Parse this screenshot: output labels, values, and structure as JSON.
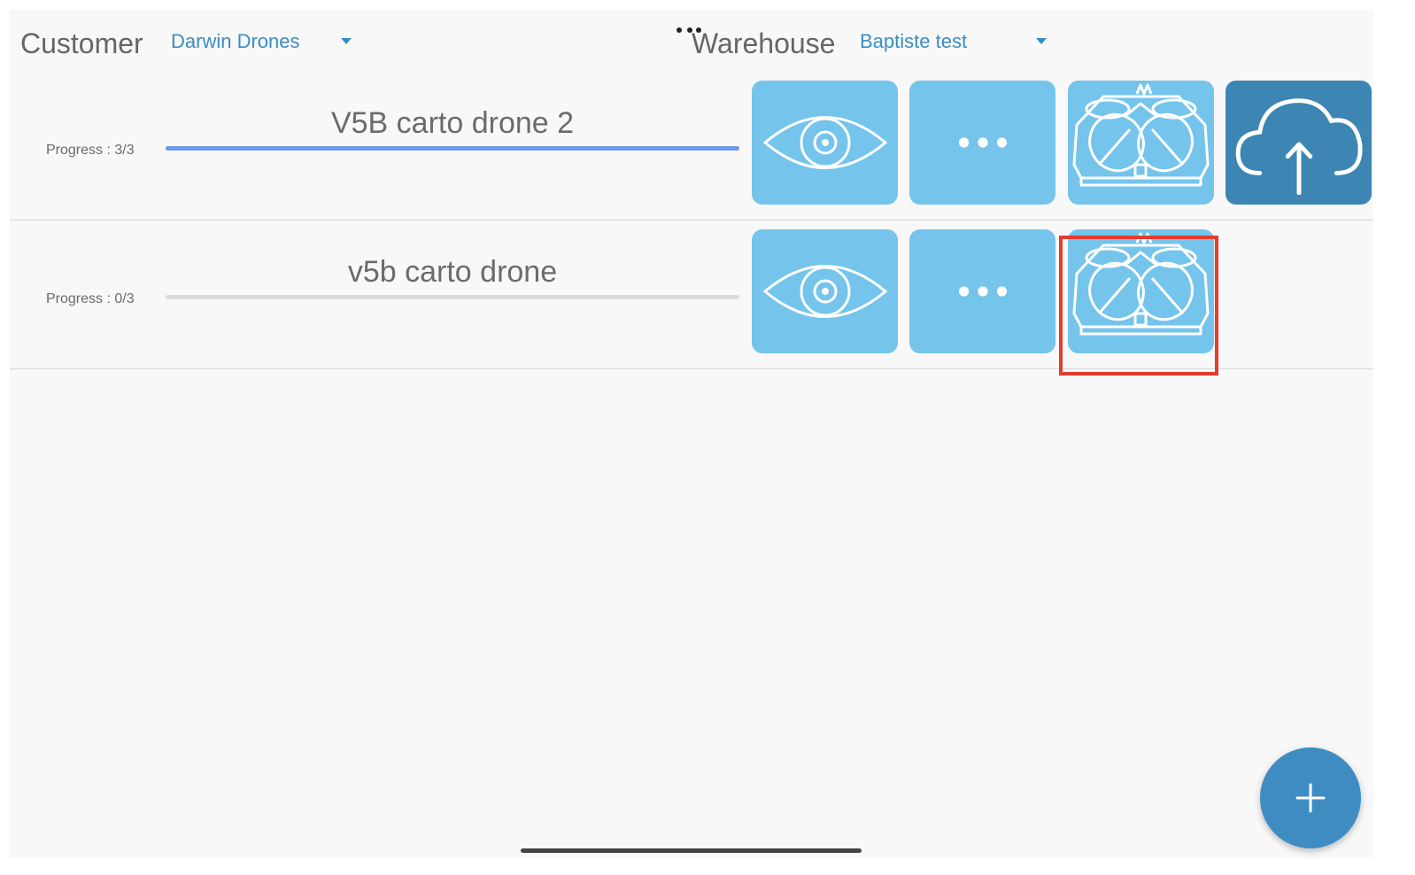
{
  "header": {
    "customer_label": "Customer",
    "customer_value": "Darwin Drones",
    "warehouse_label": "Warehouse",
    "warehouse_value": "Baptiste test"
  },
  "missions": [
    {
      "name": "V5B carto drone 2",
      "progress_text": "Progress : 3/3",
      "progress_fraction": 1.0,
      "actions": [
        "eye-icon",
        "more-dots-icon",
        "drone-icon",
        "cloud-upload-icon"
      ]
    },
    {
      "name": "v5b carto drone",
      "progress_text": "Progress : 0/3",
      "progress_fraction": 0.0,
      "actions": [
        "eye-icon",
        "more-dots-icon",
        "drone-icon"
      ]
    }
  ],
  "fab": {
    "icon": "plus-icon"
  },
  "colors": {
    "tile": "#74c4ec",
    "tile_dark": "#3d85b3",
    "accent": "#3a8dc1",
    "progress_fill": "#6f96e8",
    "highlight": "#e33b2f"
  }
}
